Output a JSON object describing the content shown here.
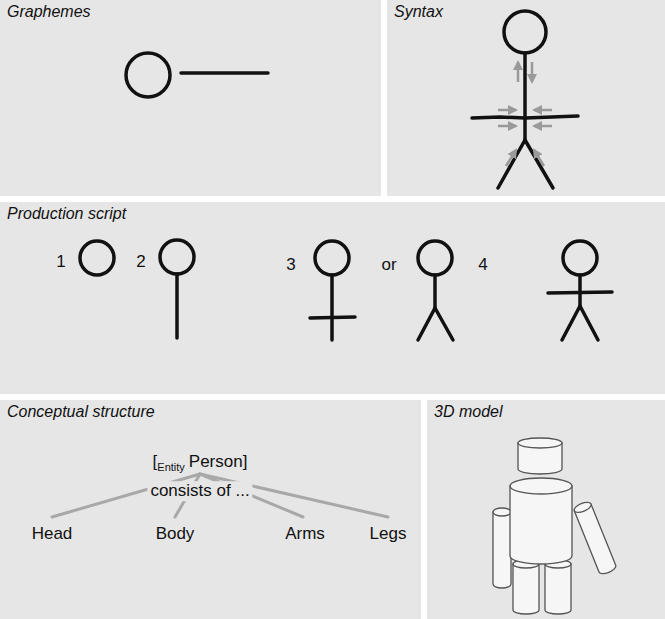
{
  "diagram": {
    "nodes": [
      {
        "text": [
          "Graphemes"
        ]
      },
      {
        "text": [
          "Syntax"
        ]
      },
      {
        "text": [
          "Production script"
        ]
      },
      {
        "text": [
          "Conceptual structure"
        ]
      },
      {
        "text": [
          "3D model"
        ]
      }
    ],
    "labels": [
      "1",
      "2",
      "3",
      "or",
      "4",
      "[",
      "Entity",
      "Person]",
      "consists of ...",
      "Head",
      "Body",
      "Arms",
      "Legs"
    ]
  }
}
